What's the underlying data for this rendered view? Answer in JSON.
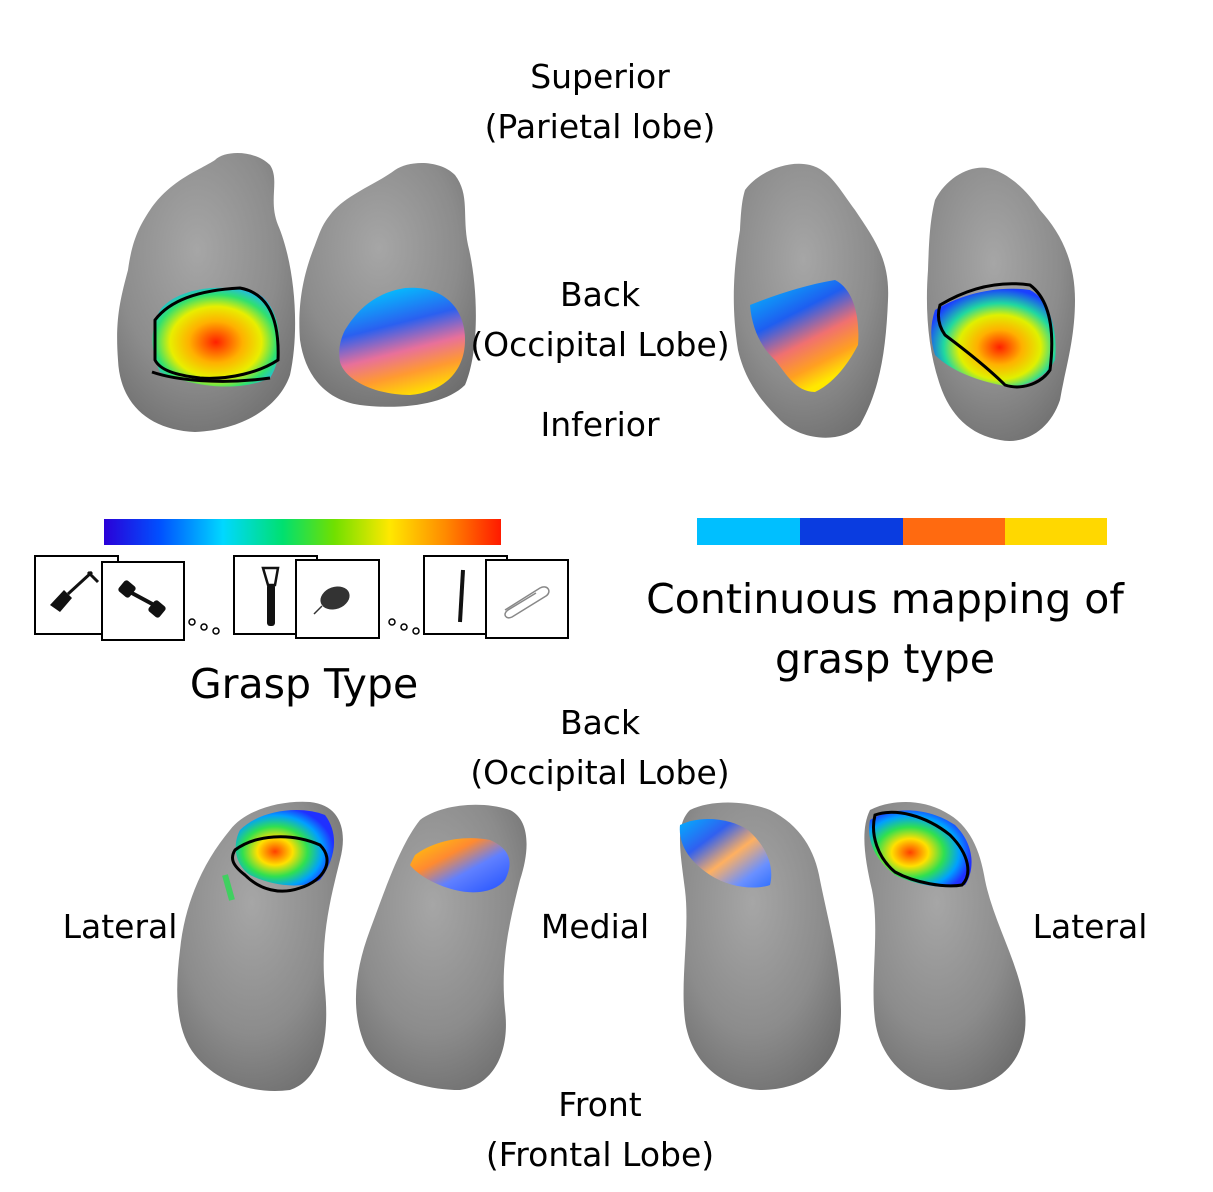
{
  "top_view": {
    "superior": "Superior",
    "superior_sub": "(Parietal lobe)",
    "back": "Back",
    "back_sub": "(Occipital Lobe)",
    "inferior": "Inferior"
  },
  "bottom_view": {
    "back": "Back",
    "back_sub": "(Occipital Lobe)",
    "lateral_left": "Lateral",
    "medial": "Medial",
    "lateral_right": "Lateral",
    "front": "Front",
    "front_sub": "(Frontal Lobe)"
  },
  "legend": {
    "grasp_type": "Grasp Type",
    "continuous_line1": "Continuous mapping of",
    "continuous_line2": "grasp type",
    "gradient_colors": [
      "#2a00d8",
      "#0050ff",
      "#00d8ff",
      "#00e070",
      "#70e000",
      "#ffe800",
      "#ff8a00",
      "#ff1a00"
    ],
    "continuous_colors": [
      "#00bfff",
      "#0a3ce0",
      "#ff6a10",
      "#ffd800"
    ],
    "objects": [
      "shovel-icon",
      "dumbbell-icon",
      "peeler-icon",
      "computer-mouse-icon",
      "tweezers-icon",
      "paperclip-icon"
    ]
  }
}
